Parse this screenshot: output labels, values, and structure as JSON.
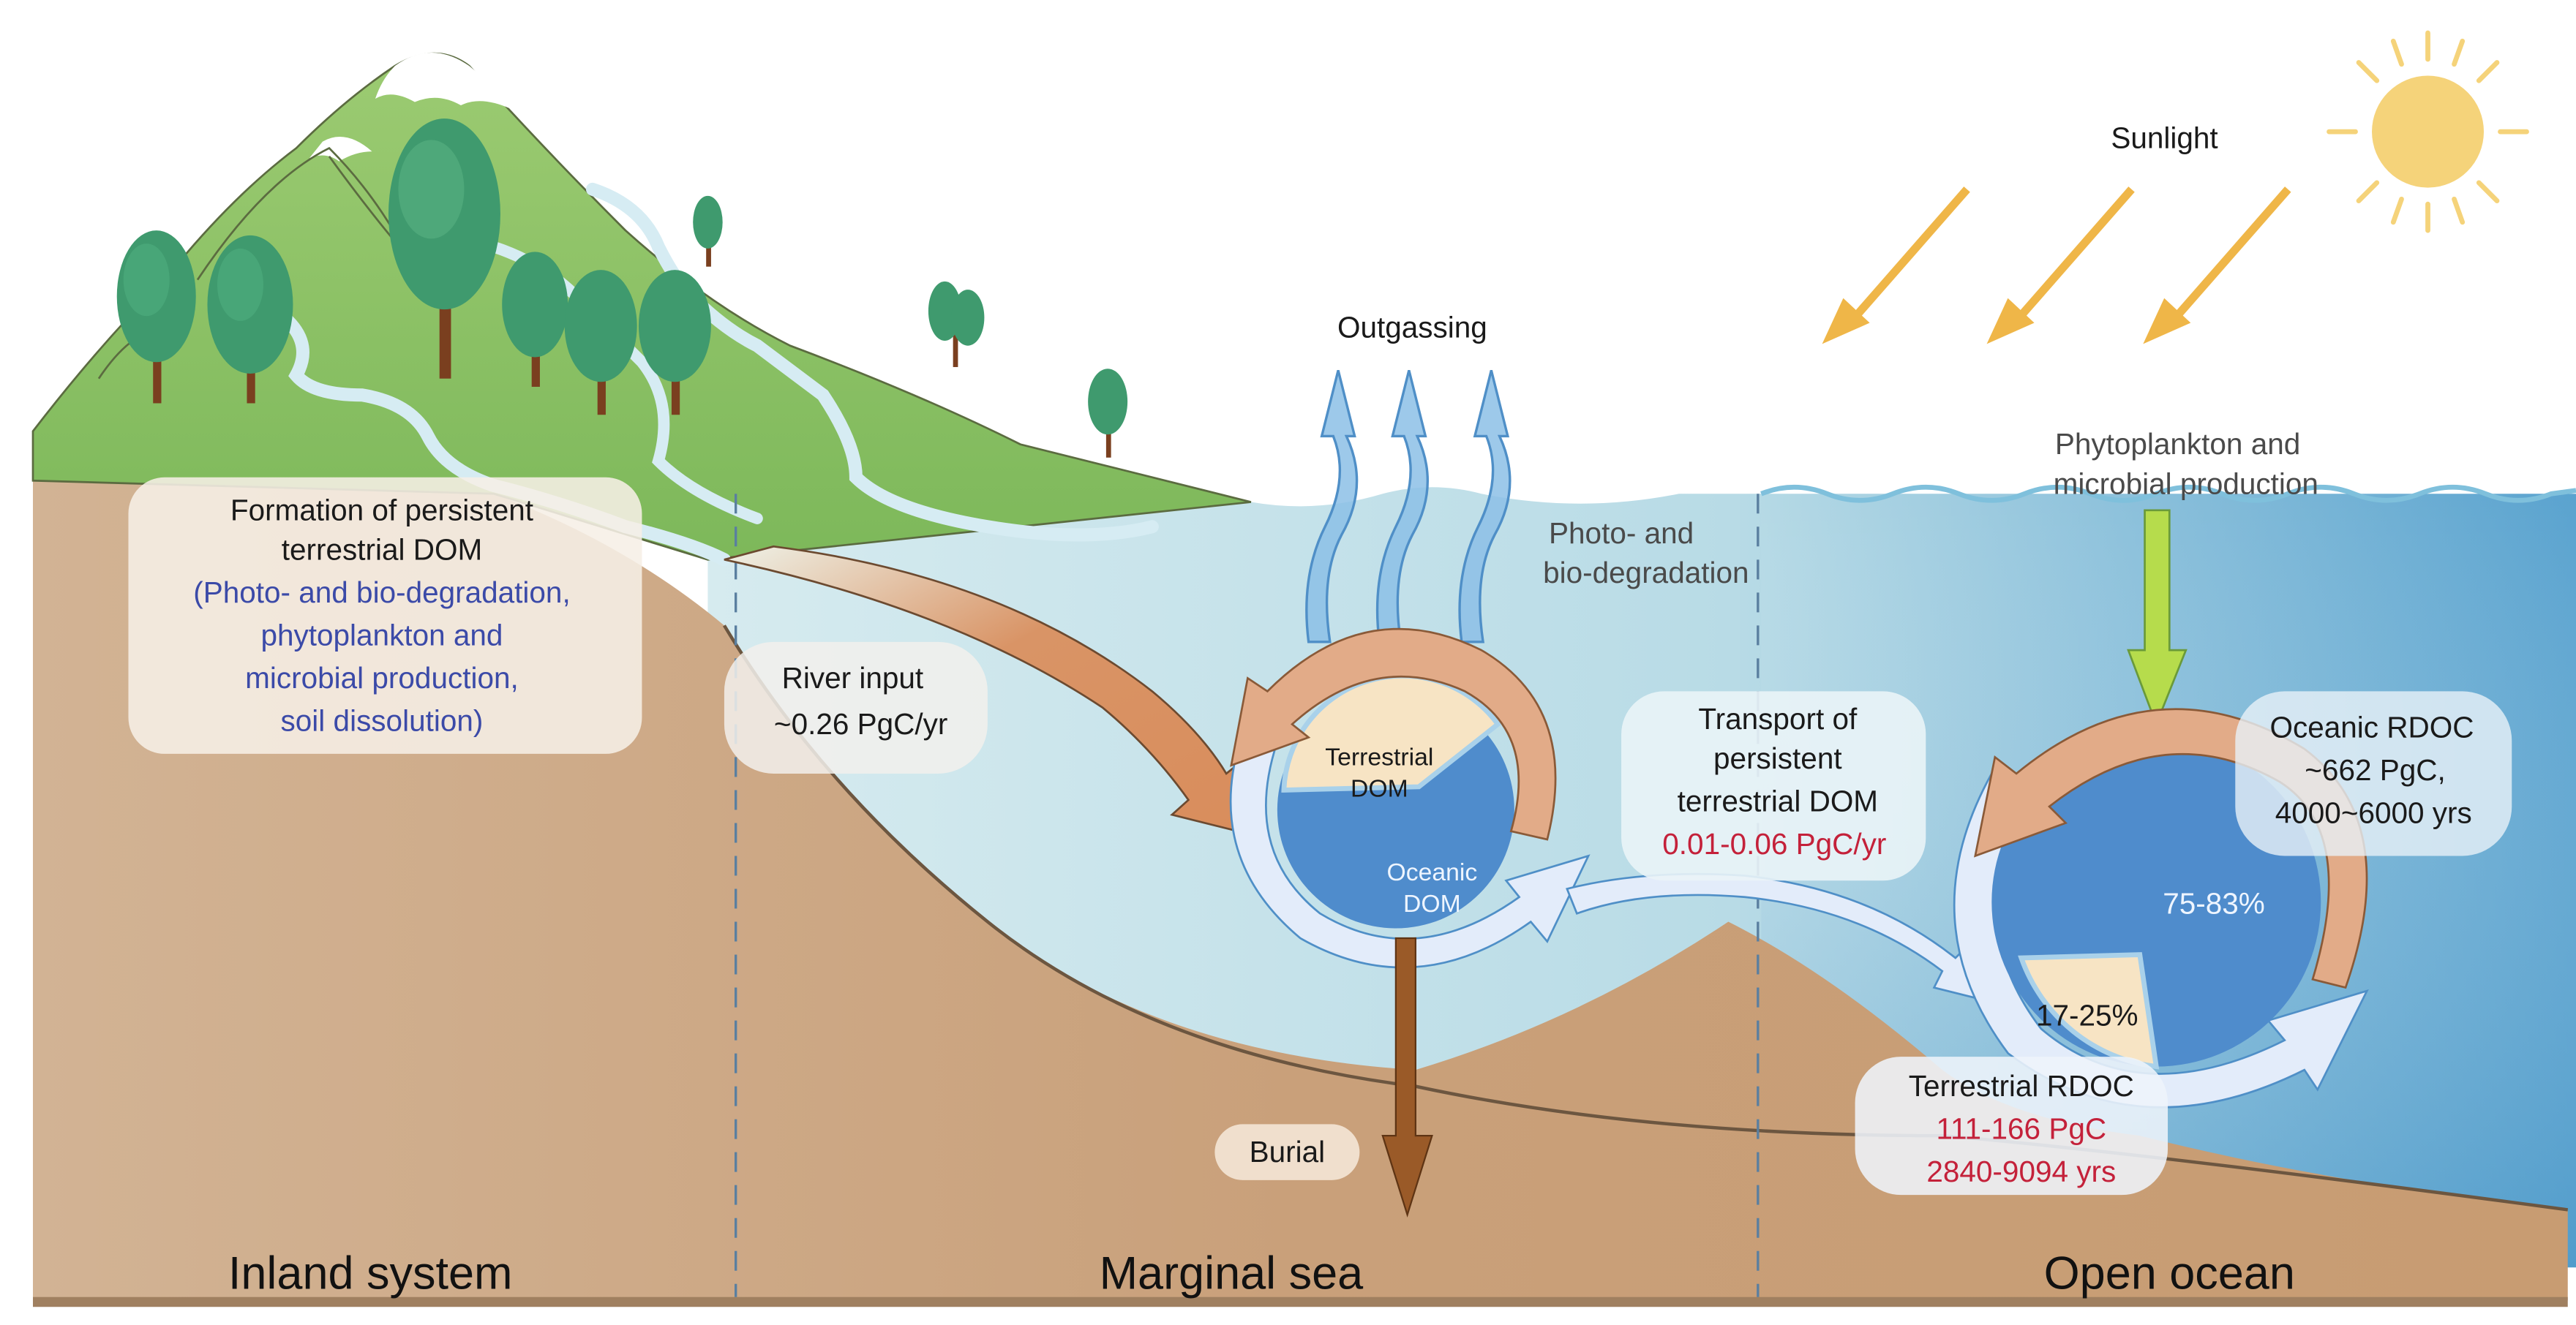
{
  "colors": {
    "soil": "#c9a07a",
    "soil_light": "#d8b99a",
    "mountain": "#8cc063",
    "mountain_dark": "#76ad52",
    "tree_canopy": "#3f9a6e",
    "tree_trunk": "#7a3f1f",
    "river": "#cfe8f2",
    "marginal_water": "#c6e2ea",
    "ocean_water": "#7fb8d6",
    "ocean_deep": "#5aa3cf",
    "pie_oceanic": "#4f8ccc",
    "pie_terrestrial": "#f7e4c4",
    "cycle_arrow_orange": "#e2ab88",
    "cycle_arrow_pale": "#e3ecfa",
    "river_arrow": "#d99466",
    "burial_arrow": "#9a5a28",
    "outgas_arrow": "#7db6e0",
    "sun": "#f5d37a",
    "sunray_arrow": "#efb648",
    "phyto_arrow": "#b6dc4c",
    "red_value": "#c4213a",
    "blue_text": "#3b4aa8"
  },
  "regions": [
    {
      "label": "Inland system"
    },
    {
      "label": "Marginal sea"
    },
    {
      "label": "Open ocean"
    }
  ],
  "sunlight": {
    "label": "Sunlight",
    "icon": "sun-icon"
  },
  "outgassing": {
    "label": "Outgassing"
  },
  "photo_bio_degradation": {
    "lines": [
      "Photo- and",
      "bio-degradation"
    ]
  },
  "phytoplankton_production": {
    "lines": [
      "Phytoplankton and",
      "microbial production"
    ]
  },
  "formation_box": {
    "title_lines": [
      "Formation of persistent",
      "terrestrial DOM"
    ],
    "detail_lines": [
      "(Photo- and bio-degradation,",
      "phytoplankton and",
      "microbial production,",
      "soil dissolution)"
    ]
  },
  "river_input": {
    "lines": [
      "River input",
      "~0.26 PgC/yr"
    ]
  },
  "marginal_pie": {
    "terrestrial_lines": [
      "Terrestrial",
      "DOM"
    ],
    "oceanic_lines": [
      "Oceanic",
      "DOM"
    ]
  },
  "transport_box": {
    "lines": [
      "Transport of",
      "persistent",
      "terrestrial DOM"
    ],
    "value": "0.01-0.06 PgC/yr"
  },
  "oceanic_rdoc": {
    "lines": [
      "Oceanic RDOC",
      "~662 PgC,",
      "4000~6000 yrs"
    ]
  },
  "open_pie": {
    "oceanic_share": "75-83%",
    "terrestrial_share": "17-25%"
  },
  "terrestrial_rdoc": {
    "title": "Terrestrial RDOC",
    "stock": "111-166 PgC",
    "age": "2840-9094 yrs"
  },
  "burial": {
    "label": "Burial"
  }
}
